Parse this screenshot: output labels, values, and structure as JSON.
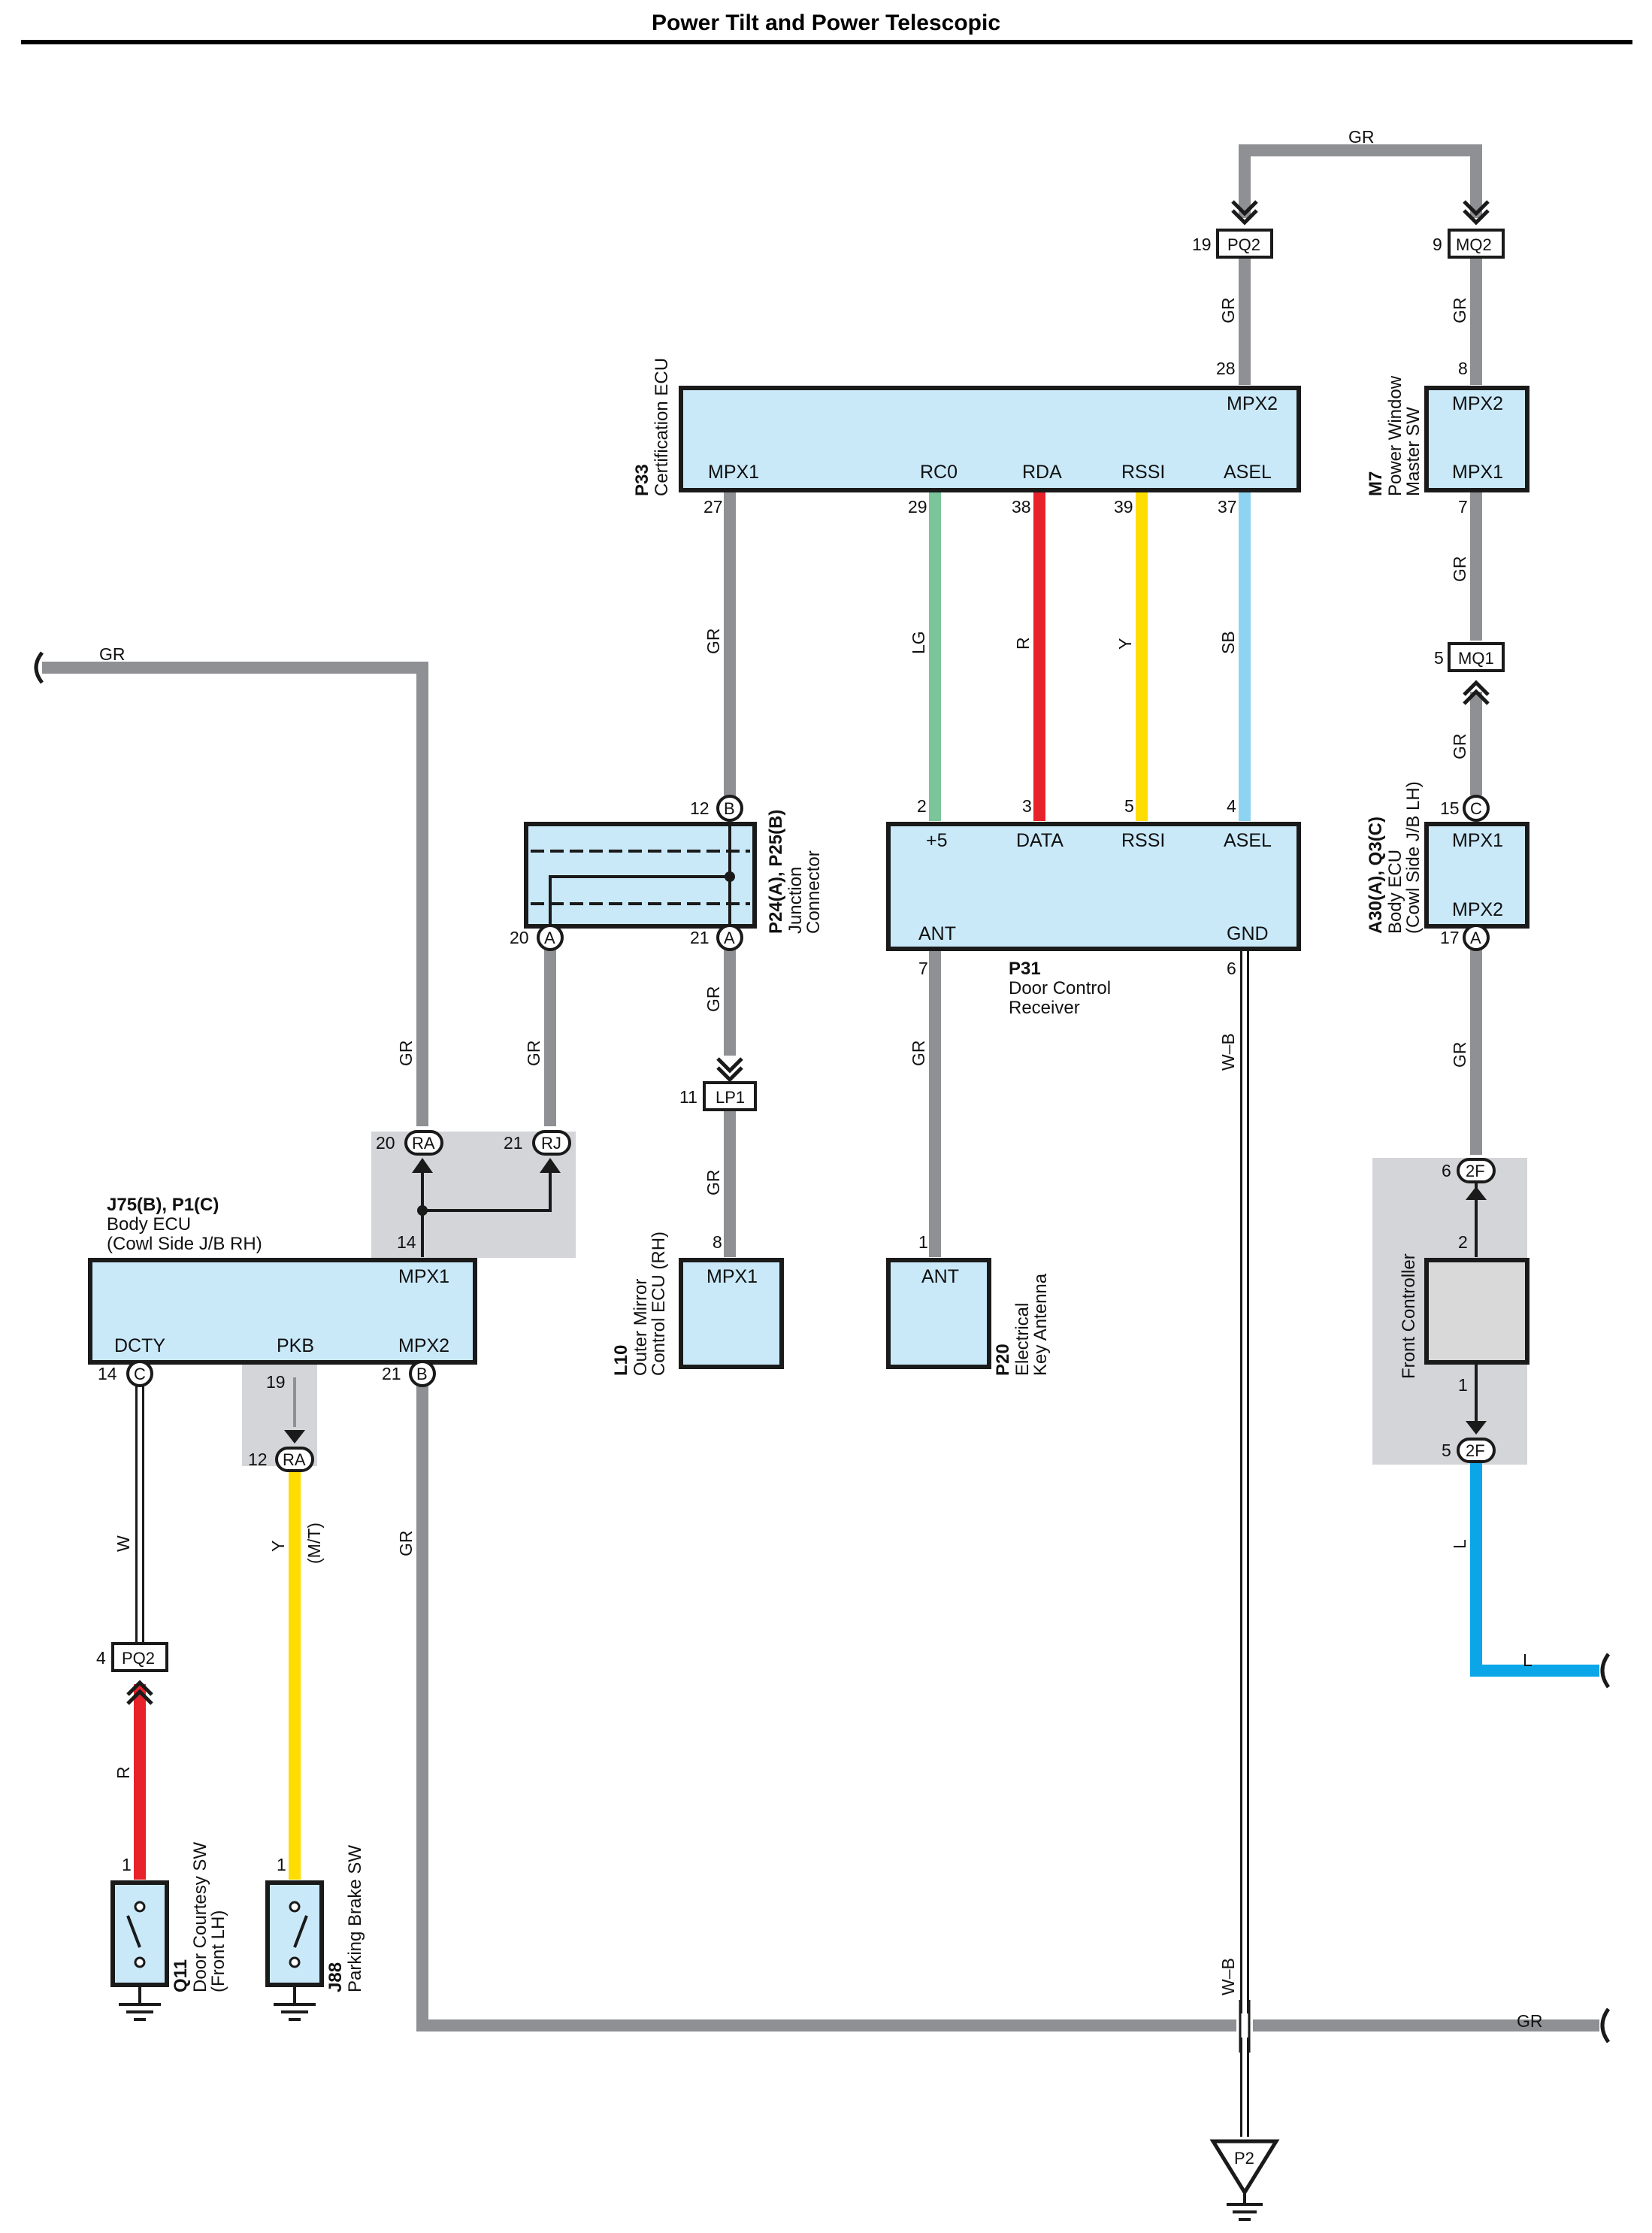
{
  "title": "Power Tilt and Power Telescopic",
  "colors": {
    "GR": "#8e9093",
    "LG": "#7cc49a",
    "R": "#e8222a",
    "Y": "#ffdd00",
    "SB": "#8fd3f3",
    "L": "#0aa6e8",
    "W": "#ffffff",
    "W-B": "#ffffff",
    "ecu_fill": "#c9e9f9",
    "shade": "#d3d5d8"
  },
  "components": {
    "p33": {
      "code": "P33",
      "name": "Certification ECU",
      "pins": {
        "mpx2": "MPX2",
        "mpx1": "MPX1",
        "rc0": "RC0",
        "rda": "RDA",
        "rssi": "RSSI",
        "asel": "ASEL"
      },
      "nums": {
        "mpx2": "28",
        "mpx1": "27",
        "rc0": "29",
        "rda": "38",
        "rssi": "39",
        "asel": "37"
      }
    },
    "m7": {
      "code": "M7",
      "name1": "Power Window",
      "name2": "Master SW",
      "pins": {
        "mpx2": "MPX2",
        "mpx1": "MPX1"
      },
      "nums": {
        "mpx2": "8",
        "mpx1": "7"
      }
    },
    "p31": {
      "code": "P31",
      "name1": "Door Control",
      "name2": "Receiver",
      "pins": {
        "p5": "+5",
        "data": "DATA",
        "rssi": "RSSI",
        "asel": "ASEL",
        "ant": "ANT",
        "gnd": "GND"
      },
      "nums": {
        "p5": "2",
        "data": "3",
        "rssi": "5",
        "asel": "4",
        "ant": "7",
        "gnd": "6"
      }
    },
    "junction": {
      "code": "P24(A), P25(B)",
      "name1": "Junction",
      "name2": "Connector",
      "nums": {
        "b12": "12",
        "a20": "20",
        "a21": "21"
      }
    },
    "a30": {
      "code": "A30(A), Q3(C)",
      "name1": "Body ECU",
      "name2": "(Cowl Side J/B LH)",
      "pins": {
        "mpx1": "MPX1",
        "mpx2": "MPX2"
      },
      "nums": {
        "c15": "15",
        "a17": "17"
      }
    },
    "j75": {
      "code": "J75(B), P1(C)",
      "name1": "Body ECU",
      "name2": "(Cowl Side J/B RH)",
      "pins": {
        "mpx1": "MPX1",
        "dcty": "DCTY",
        "pkb": "PKB",
        "mpx2": "MPX2"
      },
      "nums": {
        "p14": "14",
        "c14": "14",
        "p19": "19",
        "b21": "21"
      }
    },
    "l10": {
      "code": "L10",
      "name1": "Outer Mirror",
      "name2": "Control ECU (RH)",
      "pin": "MPX1",
      "num": "8"
    },
    "p20": {
      "code": "P20",
      "name1": "Electrical",
      "name2": "Key Antenna",
      "pin": "ANT",
      "num": "1"
    },
    "front_ctrl": {
      "name": "Front Controller",
      "n_in": "2",
      "n_out": "1"
    },
    "q11": {
      "code": "Q11",
      "name1": "Door Courtesy SW",
      "name2": "(Front LH)",
      "num": "1"
    },
    "j88": {
      "code": "J88",
      "name": "Parking Brake SW",
      "num": "1"
    }
  },
  "connectors": {
    "pq2_top": {
      "label": "PQ2",
      "num": "19"
    },
    "mq2": {
      "label": "MQ2",
      "num": "9"
    },
    "mq1": {
      "label": "MQ1",
      "num": "5"
    },
    "lp1": {
      "label": "LP1",
      "num": "11"
    },
    "ra_top": {
      "label": "RA",
      "num": "20"
    },
    "rj": {
      "label": "RJ",
      "num": "21"
    },
    "f2_top": {
      "label": "2F",
      "num": "6"
    },
    "f2_bot": {
      "label": "2F",
      "num": "5"
    },
    "ra_bot": {
      "label": "RA",
      "num": "12"
    },
    "pq2_bot": {
      "label": "PQ2",
      "num": "4"
    },
    "b": "B",
    "a": "A",
    "c": "C",
    "ground": "P2"
  },
  "wires": {
    "gr": "GR",
    "lg": "LG",
    "r": "R",
    "y": "Y",
    "sb": "SB",
    "l": "L",
    "w": "W",
    "wb": "W–B",
    "mt": "(M/T)"
  }
}
